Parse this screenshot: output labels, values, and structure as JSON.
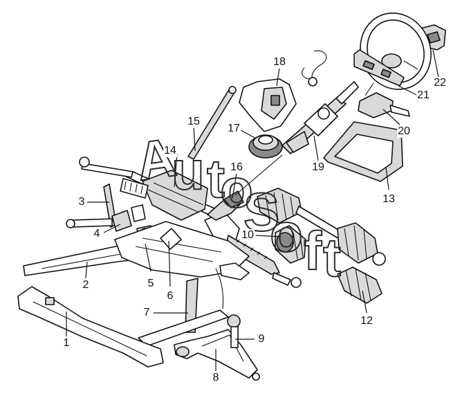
{
  "callouts": {
    "c1": "1",
    "c2": "2",
    "c3": "3",
    "c4": "4",
    "c5": "5",
    "c6": "6",
    "c7": "7",
    "c8": "8",
    "c9": "9",
    "c10": "10",
    "c12": "12",
    "c13": "13",
    "c14": "14",
    "c15": "15",
    "c16": "16",
    "c17": "17",
    "c18": "18",
    "c19": "19",
    "c20": "20",
    "c21": "21",
    "c22": "22"
  },
  "watermark": {
    "letters": [
      "A",
      "u",
      "t",
      "o",
      "S",
      "o",
      "f",
      "t"
    ]
  }
}
